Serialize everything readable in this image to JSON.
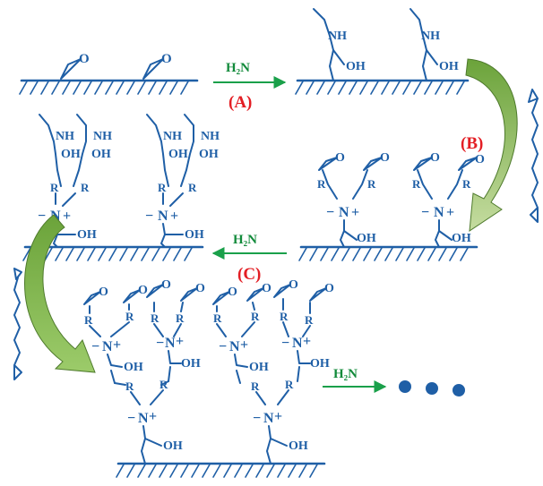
{
  "labels": {
    "reagent": "H₂N",
    "hydroxyl": "OH",
    "amine": "NH",
    "epoxide_o": "O",
    "r_group": "R",
    "quat_n": "N",
    "minus": "−",
    "plus": "+"
  },
  "steps": [
    {
      "label": "(A)"
    },
    {
      "label": "(B)"
    },
    {
      "label": "(C)"
    }
  ],
  "colors": {
    "chemistry": "#1f5fa6",
    "step_label": "#e31e24",
    "reagent_arrow": "#1aa04a",
    "curved_arrow_start": "#6ba33a",
    "curved_arrow_end": "#b7d38a",
    "continuation_dots": "#1f5fa6"
  }
}
